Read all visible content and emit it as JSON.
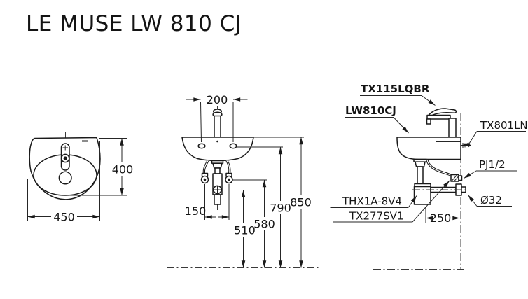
{
  "title": "LE MUSE LW 810 CJ",
  "colors": {
    "background": "#ffffff",
    "line": "#1a1a1a"
  },
  "drawing": {
    "plan_view": {
      "width_mm": "450",
      "depth_mm": "400"
    },
    "front_view": {
      "hole_spacing_mm": "200",
      "supply_spacing_mm": "150",
      "drain_height_mm": "510",
      "supply_height_mm": "580",
      "hole_height_mm": "790",
      "rim_height_mm": "850"
    },
    "side_view": {
      "trap_to_wall_mm": "250",
      "labels": {
        "faucet": "TX115LQBR",
        "lavatory": "LW810CJ",
        "hanger": "TX801LN",
        "supply_joint": "PJ1/2",
        "trap": "THX1A-8V4",
        "stop_valve": "TX277SV1",
        "outlet_diameter": "Ø32"
      }
    }
  }
}
